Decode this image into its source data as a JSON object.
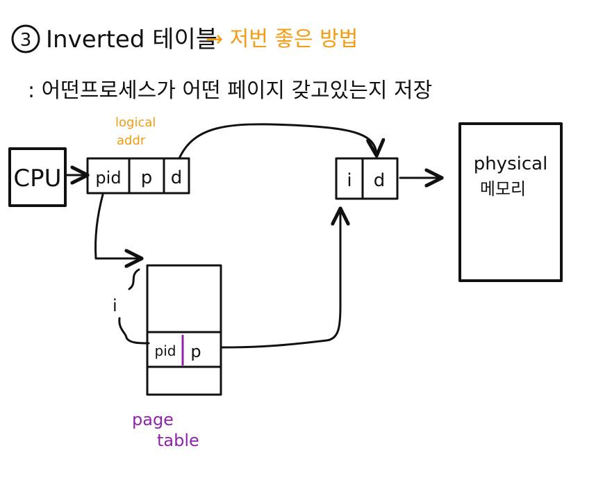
{
  "title": {
    "number": "3",
    "main": "Inverted 테이블",
    "note": "→ 저번 좋은 방법",
    "note_color": "#f39c12"
  },
  "subtitle": ": 어떤프로세스가 어떤 페이지 갖고있는지 저장",
  "cpu": {
    "label": "CPU"
  },
  "logical_address": {
    "cells": [
      "pid",
      "p",
      "d"
    ],
    "label_line1": "logical",
    "label_line2": "addr",
    "label_color": "#f39c12"
  },
  "physical_address": {
    "cells": [
      "i",
      "d"
    ]
  },
  "physical_memory": {
    "line1": "physical",
    "line2": "메모리"
  },
  "page_table": {
    "row_cells": [
      "pid",
      "p"
    ],
    "index_label": "i",
    "label_line1": "page",
    "label_line2": "table",
    "label_color": "#8e24aa",
    "divider_color": "#8e24aa"
  }
}
